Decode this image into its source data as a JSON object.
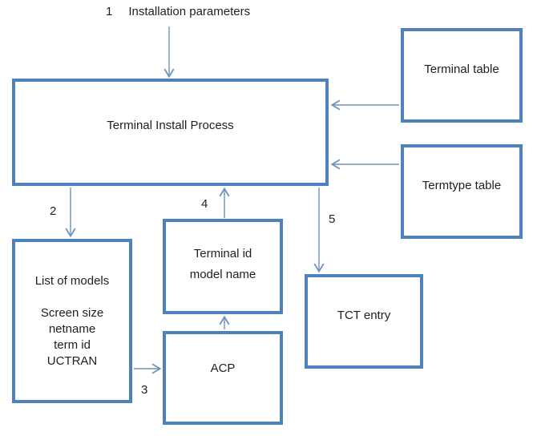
{
  "colors": {
    "box_border": "#4f81bd",
    "arrow": "#7092be",
    "text": "#1f1f1f",
    "background": "#ffffff"
  },
  "step1": {
    "number": "1",
    "label": "Installation parameters"
  },
  "boxes": {
    "terminal_install_process": {
      "label": "Terminal Install Process"
    },
    "terminal_table": {
      "label": "Terminal table"
    },
    "termtype_table": {
      "label": "Termtype table"
    },
    "list_of_models": {
      "lines": [
        "List of models",
        "",
        "Screen size",
        "netname",
        "term id",
        "UCTRAN"
      ]
    },
    "terminal_id_model_name": {
      "lines": [
        "Terminal id",
        "model name"
      ]
    },
    "acp": {
      "label": "ACP"
    },
    "tct_entry": {
      "label": "TCT entry"
    }
  },
  "step_labels": {
    "step_2": "2",
    "step_3": "3",
    "step_4": "4",
    "step_5": "5"
  }
}
